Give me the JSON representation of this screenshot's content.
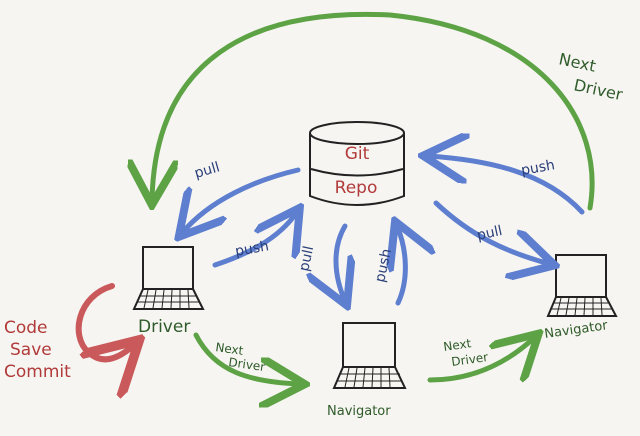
{
  "repo": {
    "line1": "Git",
    "line2": "Repo"
  },
  "labels": {
    "next_driver_top_1": "Next",
    "next_driver_top_2": "Driver",
    "pull_left_top": "pull",
    "push_left_mid": "push",
    "pull_center": "pull",
    "push_center": "push",
    "push_right_top": "push",
    "pull_right_mid": "pull",
    "driver_title": "Driver",
    "navigator_center_title": "Navigator",
    "navigator_right_title": "Navigator",
    "next_driver_bottom_left_1": "Next",
    "next_driver_bottom_left_2": "Driver",
    "next_driver_bottom_right_1": "Next",
    "next_driver_bottom_right_2": "Driver",
    "loop_1": "Code",
    "loop_2": "Save",
    "loop_3": "Commit"
  },
  "colors": {
    "ink": "#222222",
    "blue": "#5e7fcf",
    "green": "#5da345",
    "red": "#c9595a",
    "text_green": "#2f5b2a",
    "text_red": "#b13a3a",
    "text_blue": "#2b3f7a"
  }
}
